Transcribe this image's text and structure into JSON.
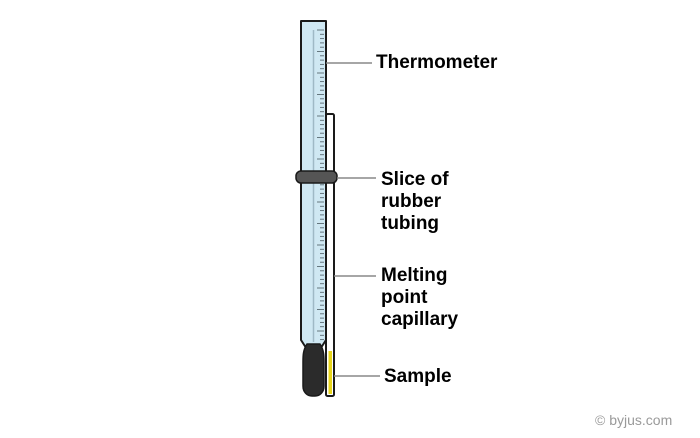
{
  "labels": {
    "thermometer": "Thermometer",
    "rubber_tubing": [
      "Slice of",
      "rubber",
      "tubing"
    ],
    "capillary": [
      "Melting",
      "point",
      "capillary"
    ],
    "sample": "Sample"
  },
  "credit": "© byjus.com",
  "colors": {
    "glass_fill": "#cfe8f3",
    "outline": "#1a1a1a",
    "bulb": "#2b2b2b",
    "rubber_band": "#555555",
    "sample": "#e8d51a",
    "leader_line": "#888888"
  }
}
